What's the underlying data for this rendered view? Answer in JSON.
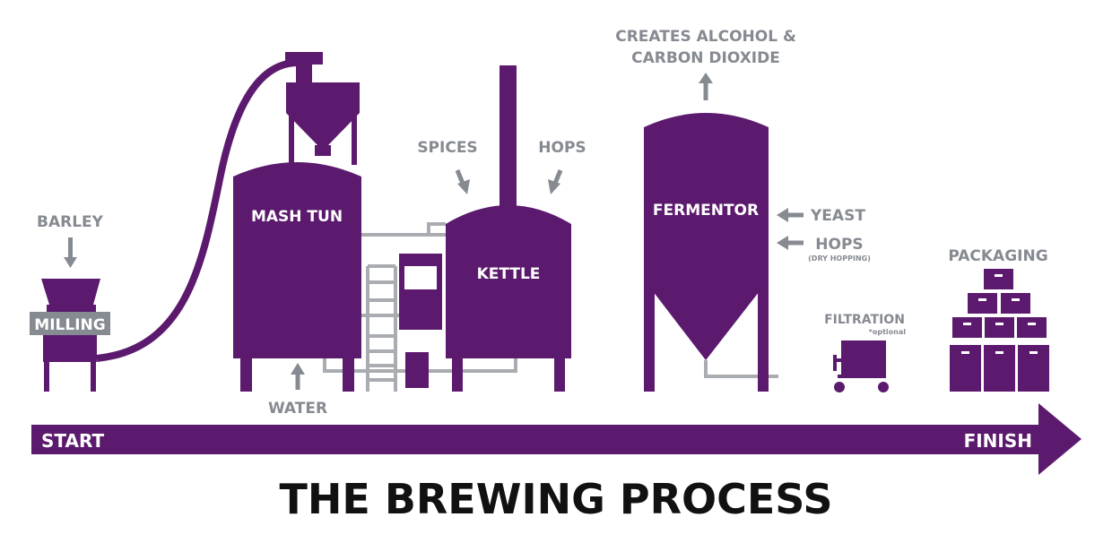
{
  "title": "THE BREWING PROCESS",
  "colors": {
    "purple": "#5c1a6e",
    "gray": "#868a91",
    "light_gray": "#a9acb1",
    "title": "#111111",
    "background": "#ffffff"
  },
  "timeline": {
    "start_label": "START",
    "finish_label": "FINISH"
  },
  "inputs": {
    "barley": "BARLEY",
    "water": "WATER",
    "spices": "SPICES",
    "hops_kettle": "HOPS",
    "yeast": "YEAST",
    "hops_dry": "HOPS",
    "hops_dry_note": "(DRY HOPPING)"
  },
  "outputs": {
    "co2_line1": "CREATES ALCOHOL &",
    "co2_line2": "CARBON DIOXIDE"
  },
  "stages": {
    "milling": "MILLING",
    "mash_tun": "MASH TUN",
    "kettle": "KETTLE",
    "fermentor": "FERMENTOR",
    "filtration": "FILTRATION",
    "filtration_note": "*optional",
    "packaging": "PACKAGING"
  },
  "icons": [
    "mill-icon",
    "hopper-icon",
    "mash-tun-icon",
    "kettle-icon",
    "fermentor-icon",
    "filter-cart-icon",
    "box-stack-icon",
    "timeline-arrow-icon"
  ]
}
